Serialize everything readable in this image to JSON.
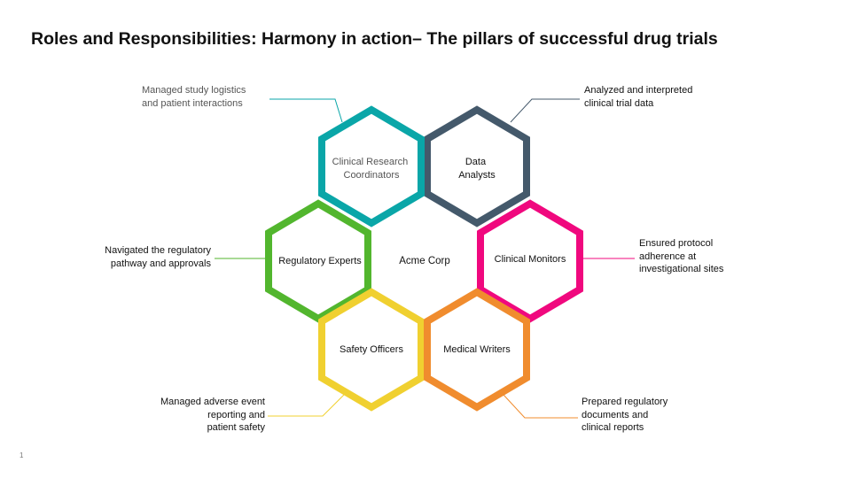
{
  "slide": {
    "title": "Roles and Responsibilities: Harmony in action– The pillars of successful drug trials",
    "page_number": "1"
  },
  "center": {
    "label": "Acme Corp"
  },
  "roles": [
    {
      "id": "crc",
      "lines": [
        "Clinical Research",
        "Coordinators"
      ],
      "color": "#0aa6a8",
      "description": [
        "Managed study logistics",
        "and patient interactions"
      ]
    },
    {
      "id": "da",
      "lines": [
        "Data",
        "Analysts"
      ],
      "color": "#44596b",
      "description": [
        "Analyzed and interpreted",
        "clinical trial data"
      ]
    },
    {
      "id": "cm",
      "lines": [
        "Clinical Monitors"
      ],
      "color": "#f0087e",
      "description": [
        "Ensured protocol",
        "adherence at",
        "investigational sites"
      ]
    },
    {
      "id": "mw",
      "lines": [
        "Medical Writers"
      ],
      "color": "#f08c2e",
      "description": [
        "Prepared regulatory",
        "documents and",
        "clinical reports"
      ]
    },
    {
      "id": "so",
      "lines": [
        "Safety Officers"
      ],
      "color": "#f0d030",
      "description": [
        "Managed adverse event",
        "reporting and",
        "patient safety"
      ]
    },
    {
      "id": "re",
      "lines": [
        "Regulatory Experts"
      ],
      "color": "#52b62e",
      "description": [
        "Navigated the regulatory",
        "pathway and approvals"
      ]
    }
  ]
}
